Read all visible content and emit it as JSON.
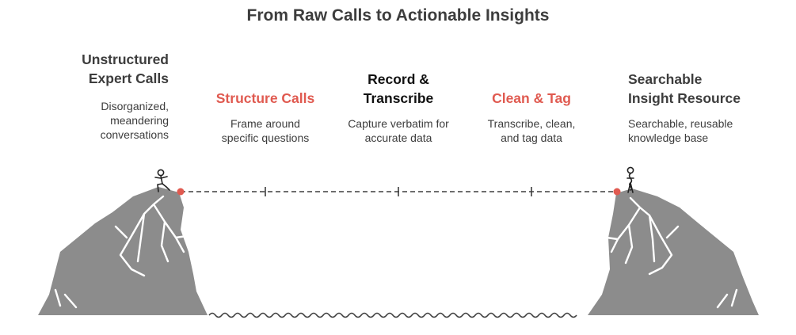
{
  "title": "From Raw Calls to Actionable Insights",
  "start": {
    "heading": [
      "Unstructured",
      "Expert Calls"
    ],
    "description": [
      "Disorganized,",
      "meandering",
      "conversations"
    ]
  },
  "steps": [
    {
      "heading": [
        "Structure Calls"
      ],
      "description": [
        "Frame around",
        "specific questions"
      ],
      "color": "#e05a50"
    },
    {
      "heading": [
        "Record &",
        "Transcribe"
      ],
      "description": [
        "Capture verbatim for",
        "accurate data"
      ],
      "color": "#111111"
    },
    {
      "heading": [
        "Clean & Tag"
      ],
      "description": [
        "Transcribe, clean,",
        "and tag data"
      ],
      "color": "#e05a50"
    }
  ],
  "end": {
    "heading": [
      "Searchable",
      "Insight Resource"
    ],
    "description": [
      "Searchable, reusable",
      "knowledge base"
    ]
  },
  "colors": {
    "cliff": "#8c8c8c",
    "cliff_lines": "#ffffff",
    "accent": "#e05a50",
    "text": "#3d3d3d"
  }
}
